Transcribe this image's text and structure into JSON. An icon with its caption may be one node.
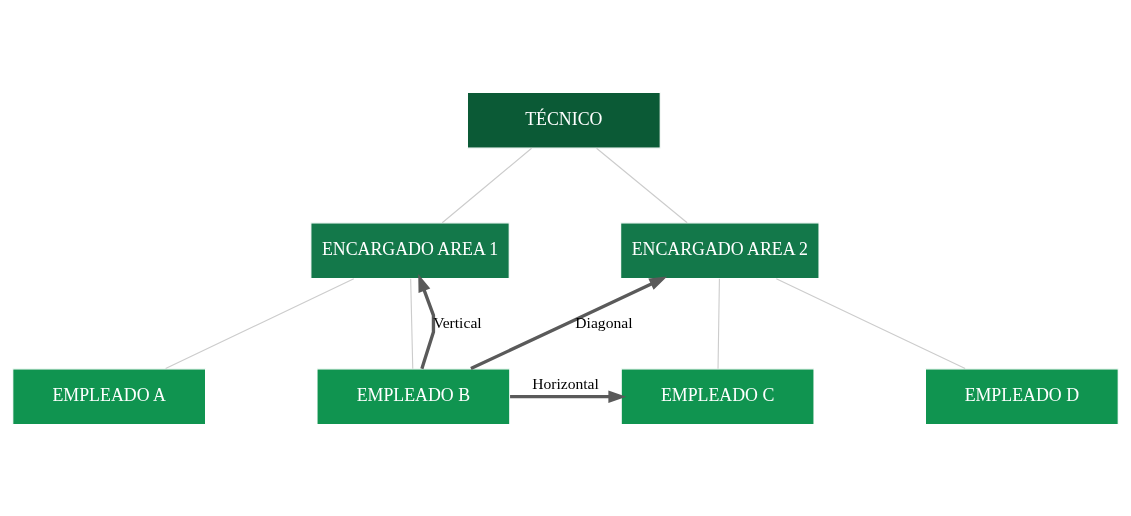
{
  "diagram": {
    "nodes": [
      {
        "text": [
          "TÉCNICO"
        ]
      },
      {
        "text": [
          "ENCARGADO AREA 1"
        ]
      },
      {
        "text": [
          "ENCARGADO AREA 2"
        ]
      },
      {
        "text": [
          "EMPLEADO A"
        ]
      },
      {
        "text": [
          "EMPLEADO B"
        ]
      },
      {
        "text": [
          "EMPLEADO C"
        ]
      },
      {
        "text": [
          "EMPLEADO D"
        ]
      }
    ],
    "edges": [
      {
        "from": 0,
        "to": 1,
        "arrow": "none"
      },
      {
        "from": 0,
        "to": 2,
        "arrow": "none"
      },
      {
        "from": 1,
        "to": 3,
        "arrow": "none"
      },
      {
        "from": 1,
        "to": 4,
        "arrow": "none"
      },
      {
        "from": 2,
        "to": 5,
        "arrow": "none"
      },
      {
        "from": 2,
        "to": 6,
        "arrow": "none"
      },
      {
        "from": 4,
        "to": 1,
        "arrow": "to",
        "label": "Vertical",
        "style": "thick",
        "color": "#5a5a5a"
      },
      {
        "from": 4,
        "to": 2,
        "arrow": "to",
        "label": "Diagonal",
        "style": "thick",
        "color": "#5a5a5a"
      },
      {
        "from": 4,
        "to": 5,
        "arrow": "to",
        "label": "Horizontal",
        "style": "thick",
        "color": "#5a5a5a"
      }
    ]
  }
}
